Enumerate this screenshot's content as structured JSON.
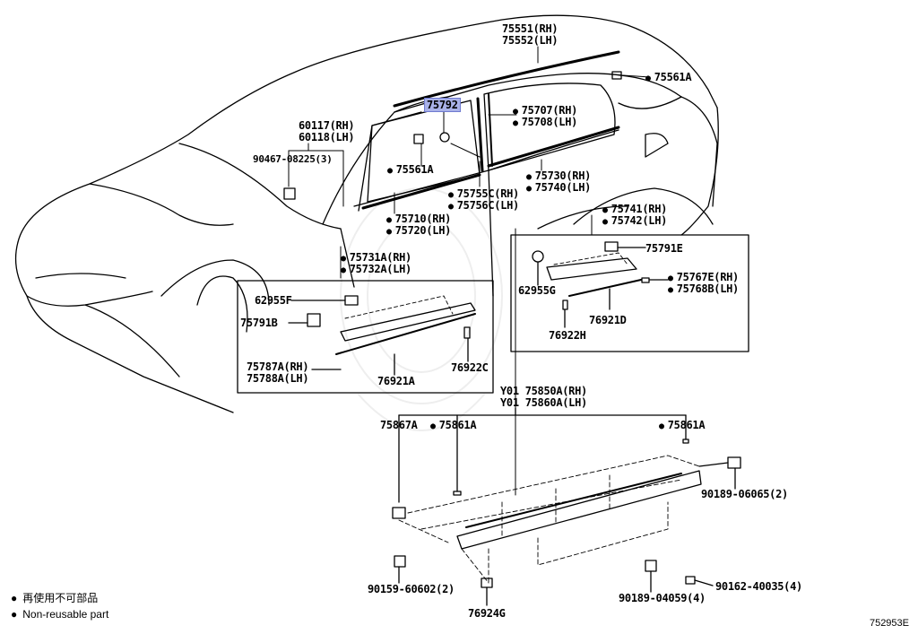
{
  "labels": {
    "l75551": "75551(RH)",
    "l75552": "75552(LH)",
    "l75561A_top": "75561A",
    "l75792": "75792",
    "l75707": "75707(RH)",
    "l75708": "75708(LH)",
    "l60117": "60117(RH)",
    "l60118": "60118(LH)",
    "l90467": "90467-08225(3)",
    "l75561A_mid": "75561A",
    "l75730": "75730(RH)",
    "l75740": "75740(LH)",
    "l75755C": "75755C(RH)",
    "l75756C": "75756C(LH)",
    "l75710": "75710(RH)",
    "l75720": "75720(LH)",
    "l75741": "75741(RH)",
    "l75742": "75742(LH)",
    "l75731A": "75731A(RH)",
    "l75732A": "75732A(LH)",
    "l75791E": "75791E",
    "l62955G": "62955G",
    "l75767E": "75767E(RH)",
    "l75768B": "75768B(LH)",
    "l76921D": "76921D",
    "l76922H": "76922H",
    "l62955F": "62955F",
    "l75791B": "75791B",
    "l75787A": "75787A(RH)",
    "l75788A": "75788A(LH)",
    "l76921A": "76921A",
    "l76922C": "76922C",
    "lY01_75850A": "Y01 75850A(RH)",
    "lY01_75860A": "Y01 75860A(LH)",
    "l75867A": "75867A",
    "l75861A_left": "75861A",
    "l75861A_right": "75861A",
    "l90189_06065": "90189-06065(2)",
    "l90159": "90159-60602(2)",
    "l76924G": "76924G",
    "l90189_04059": "90189-04059(4)",
    "l90162": "90162-40035(4)"
  },
  "legend": {
    "jp": "再使用不可部品",
    "en": "Non-reusable part"
  },
  "diagram_code": "752953E"
}
